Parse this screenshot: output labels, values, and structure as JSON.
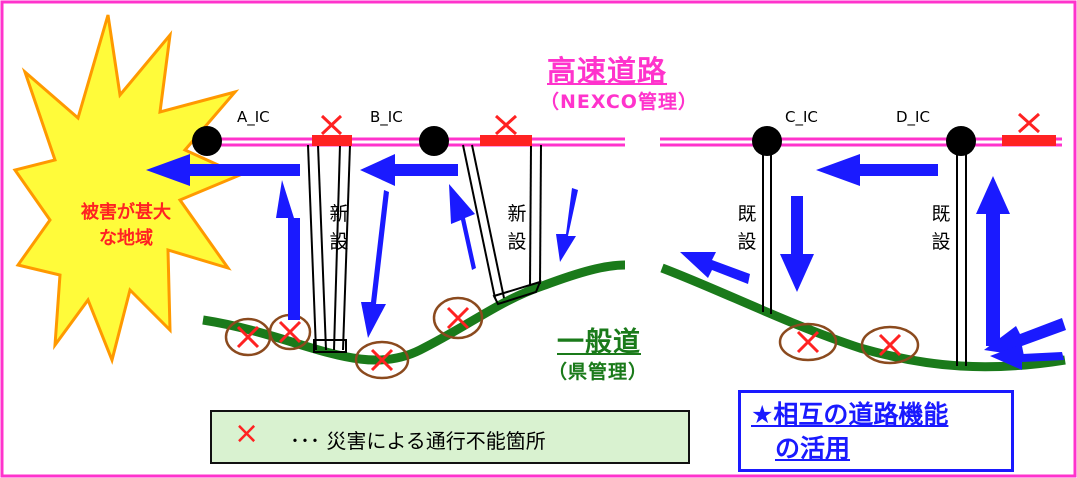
{
  "highway": {
    "title": "高速道路",
    "subtitle": "（NEXCO管理）"
  },
  "general_road": {
    "title": "一般道",
    "subtitle": "（県管理）"
  },
  "interchanges": [
    "A_IC",
    "B_IC",
    "C_IC",
    "D_IC"
  ],
  "ramps": {
    "new_label": [
      "新",
      "設"
    ],
    "existing_label": [
      "既",
      "設"
    ]
  },
  "disaster_area": {
    "line1": "被害が甚大",
    "line2": "な地域"
  },
  "legend": {
    "symbol": "×",
    "text": "･･･  災害による通行不能箇所"
  },
  "note": {
    "line1": "★相互の道路機能",
    "line2": "の活用"
  },
  "colors": {
    "frame": "#ff33cc",
    "highway": "#ff33cc",
    "general_road": "#1a7a1a",
    "arrows": "#1a1aff",
    "blocked": "#ff2222",
    "explosion_fill": "#fffb3a",
    "explosion_stroke": "#ff9900",
    "legend_bg": "#d9f2d0",
    "note_border": "#1a1aff"
  }
}
